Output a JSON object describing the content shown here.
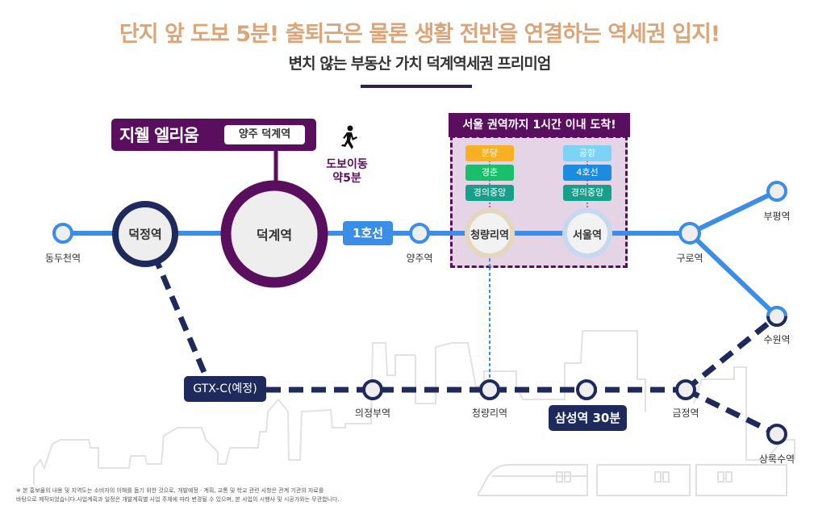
{
  "header": {
    "headline": "단지 앞 도보 5분! 출퇴근은 물론 생활 전반을 연결하는 역세권 입지!",
    "subheadline": "변치 않는 부동산 가치 덕계역세권 프리미엄"
  },
  "brand": {
    "name": "지웰 엘리움",
    "location_tag": "양주 덕계역"
  },
  "walk": {
    "icon": "walking-person-icon",
    "line1": "도보이동",
    "line2": "약5분"
  },
  "line1": {
    "badge": "1호선",
    "color": "#3B8DE6",
    "stations": {
      "dongducheon": "동두천역",
      "deokjeong": "덕정역",
      "deokgye": "덕계역",
      "yangju": "양주역",
      "cheongnyangni": "청량리역",
      "seoul": "서울역",
      "guro": "구로역",
      "bupyeong": "부평역",
      "suwon": "수원역"
    }
  },
  "seoul_box": {
    "header": "서울 권역까지 1시간 이내 도착!",
    "cheongnyangni_lines": [
      {
        "label": "분당",
        "color": "#F9B022"
      },
      {
        "label": "경춘",
        "color": "#1BBE6A"
      },
      {
        "label": "경의중앙",
        "color": "#16A08A"
      }
    ],
    "seoul_lines": [
      {
        "label": "공항",
        "color": "#7DD3F5"
      },
      {
        "label": "4호선",
        "color": "#1C8CE0"
      },
      {
        "label": "경의중앙",
        "color": "#16A08A"
      }
    ]
  },
  "gtx": {
    "badge": "GTX-C(예정)",
    "color": "#1E2A5C",
    "stations": {
      "uijeongbu": "의정부역",
      "cheongnyangni": "청량리역",
      "geumjeong": "금정역",
      "sangnoksu": "상록수역"
    },
    "samsung_badge": "삼성역 30분"
  },
  "colors": {
    "headline": "#D9A67A",
    "brand_purple": "#5A0E5E",
    "gtx_navy": "#1E2A5C",
    "line1_blue": "#3B8DE6"
  },
  "disclaimer": {
    "line1": "※ 본 홍보물의 내용 및 지역도는 소비자의 이해를 돕기 위한 것으로, 개발예정 · 계획, 교통 및 학교 관련 사항은 관계 기관의 자료를",
    "line2": "바탕으로 제작되었습니다.사업계획과 일정은 개발계획별 사업 주체에 따라 변경될 수 있으며, 본 사업의 시행사 및 시공가와는 무관합니다."
  }
}
